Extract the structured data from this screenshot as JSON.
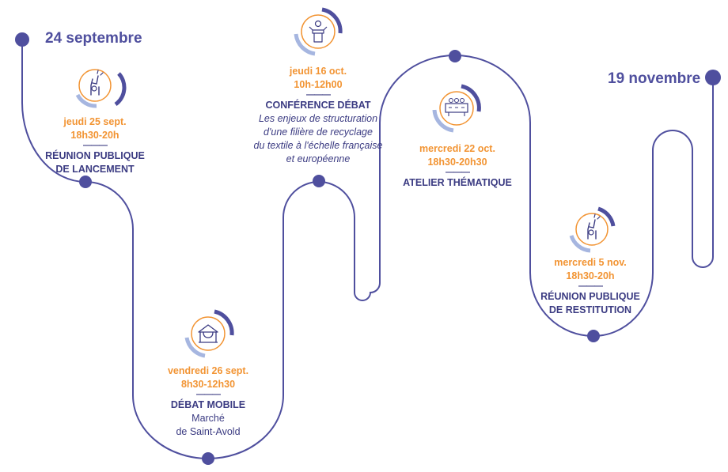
{
  "start_label": "24 septembre",
  "end_label": "19 novembre",
  "colors": {
    "path": "#4f4f9e",
    "node": "#4f4f9e",
    "accent_orange": "#f29433",
    "ring_light": "#a6b6e0",
    "ring_dark": "#4f4f9e",
    "text_dark": "#3b3b82"
  },
  "events": [
    {
      "icon": "raised-hand-icon",
      "date": "jeudi 25 sept.",
      "time": "18h30-20h",
      "separator": "———",
      "title_lines": [
        "RÉUNION PUBLIQUE",
        "DE LANCEMENT"
      ],
      "desc_lines": []
    },
    {
      "icon": "tent-icon",
      "date": "vendredi  26 sept.",
      "time": "8h30-12h30",
      "separator": "———",
      "title_lines": [
        "DÉBAT MOBILE"
      ],
      "desc_lines": [
        "Marché",
        "de Saint-Avold"
      ]
    },
    {
      "icon": "podium-speaker-icon",
      "date": "jeudi 16 oct.",
      "time": "10h-12h00",
      "separator": "———",
      "title_lines": [
        "CONFÉRENCE DÉBAT"
      ],
      "desc_lines": [
        "Les enjeux de structuration",
        "d'une filière de recyclage",
        "du textile à l'échelle française",
        "et européenne"
      ]
    },
    {
      "icon": "workshop-table-icon",
      "date": "mercredi 22 oct.",
      "time": "18h30-20h30",
      "separator": "———",
      "title_lines": [
        "ATELIER THÉMATIQUE"
      ],
      "desc_lines": []
    },
    {
      "icon": "raised-hand-icon",
      "date": "mercredi 5 nov.",
      "time": "18h30-20h",
      "separator": "———",
      "title_lines": [
        "RÉUNION PUBLIQUE",
        "DE RESTITUTION"
      ],
      "desc_lines": []
    }
  ]
}
